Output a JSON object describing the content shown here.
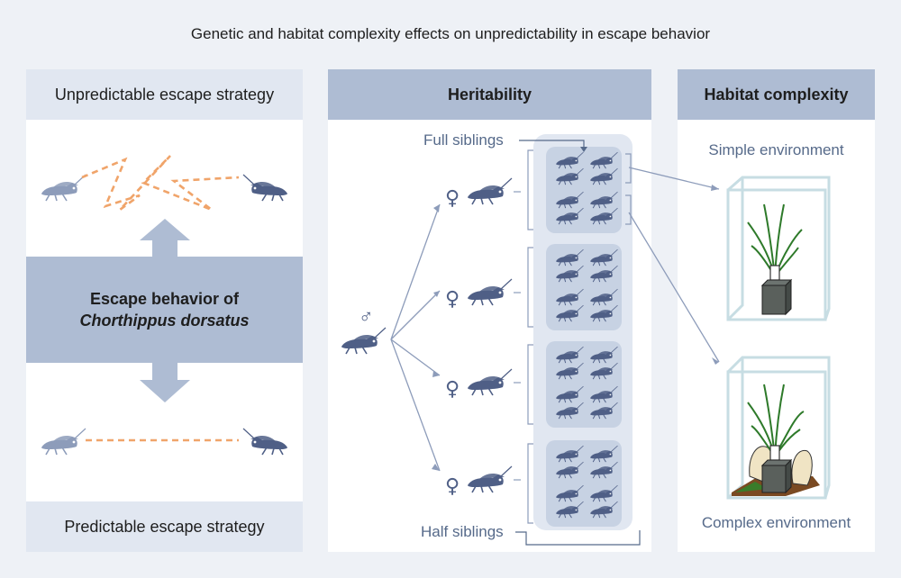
{
  "title": "Genetic and habitat complexity effects on unpredictability in escape behavior",
  "left": {
    "header": "Unpredictable escape strategy",
    "center_line1": "Escape behavior of",
    "center_line2": "Chorthippus dorsatus",
    "footer": "Predictable escape strategy"
  },
  "middle": {
    "header": "Heritability",
    "full_siblings": "Full siblings",
    "half_siblings": "Half siblings",
    "male_symbol": "♂",
    "female_symbol": "♀"
  },
  "right": {
    "header": "Habitat complexity",
    "simple": "Simple environment",
    "complex": "Complex environment"
  },
  "colors": {
    "panel_header_light": "#e1e7f1",
    "panel_header_dark": "#aebcd3",
    "grasshopper": "#4f5f86",
    "grasshopper_light": "#8d9cba",
    "path_orange": "#f0a46a",
    "arrow": "#aebcd3",
    "family_box": "#c7d2e3",
    "line": "#8d9cba"
  },
  "icons": [
    "grasshopper-icon",
    "male-symbol-icon",
    "female-symbol-icon",
    "plant-in-box-icon"
  ]
}
